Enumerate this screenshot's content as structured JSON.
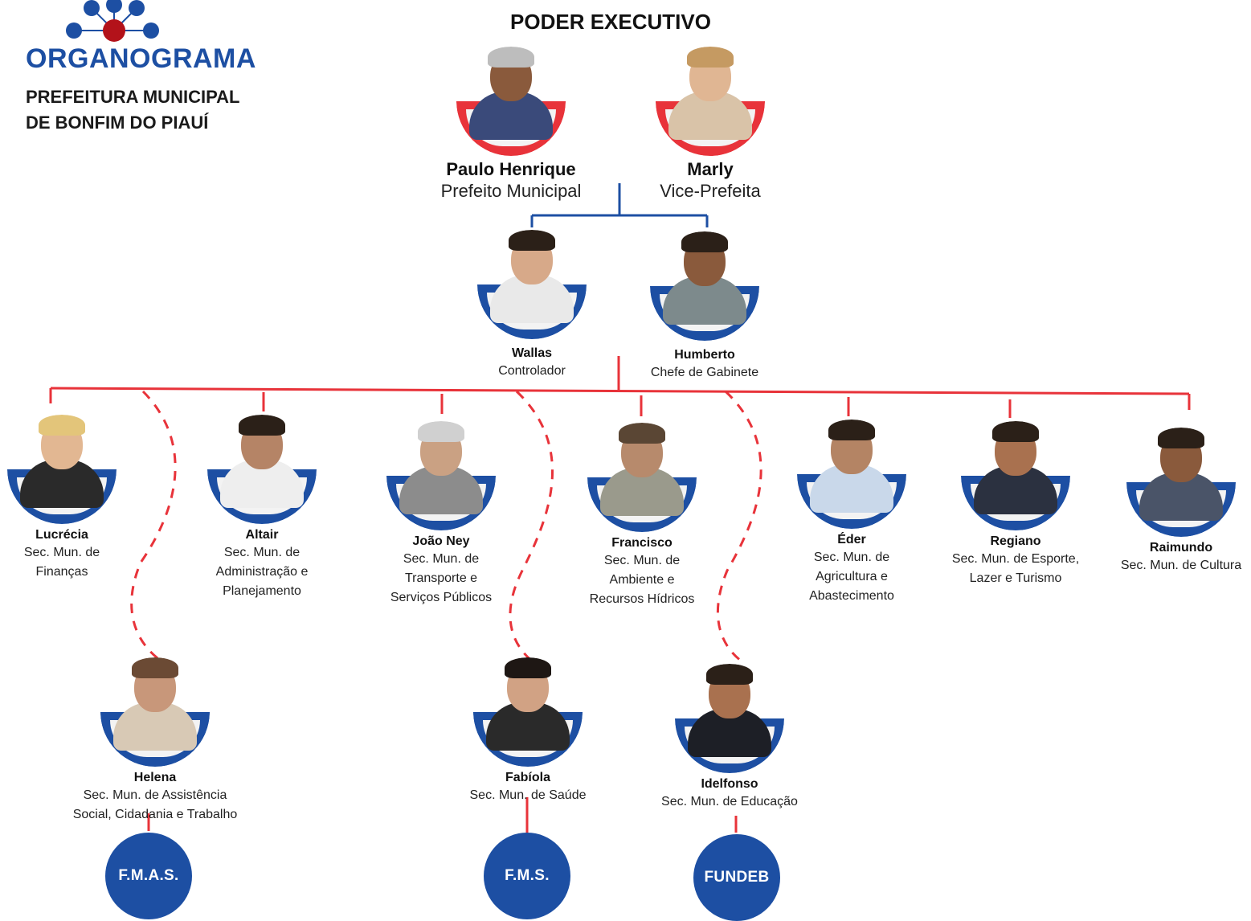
{
  "header": {
    "title": "ORGANOGRAMA",
    "org_line1": "PREFEITURA MUNICIPAL",
    "org_line2": "DE BONFIM DO PIAUÍ",
    "heading": "PODER EXECUTIVO"
  },
  "colors": {
    "blue": "#1d4fa3",
    "red": "#e8333a",
    "dark_red": "#b3121a"
  },
  "executive": [
    {
      "name": "Paulo Henrique",
      "role": "Prefeito Municipal"
    },
    {
      "name": "Marly",
      "role": "Vice-Prefeita"
    }
  ],
  "staff": [
    {
      "name": "Wallas",
      "role": "Controlador"
    },
    {
      "name": "Humberto",
      "role": "Chefe de Gabinete"
    }
  ],
  "secretaries": [
    {
      "name": "Lucrécia",
      "role": "Sec. Mun. de\nFinanças"
    },
    {
      "name": "Altair",
      "role": "Sec. Mun. de\nAdministração e\nPlanejamento"
    },
    {
      "name": "João Ney",
      "role": "Sec. Mun. de\nTransporte e\nServiços Públicos"
    },
    {
      "name": "Francisco",
      "role": "Sec. Mun. de\nAmbiente e\nRecursos Hídricos"
    },
    {
      "name": "Éder",
      "role": "Sec. Mun. de\nAgricultura e\nAbastecimento"
    },
    {
      "name": "Regiano",
      "role": "Sec. Mun. de Esporte,\nLazer e Turismo"
    },
    {
      "name": "Raimundo",
      "role": "Sec. Mun. de Cultura"
    }
  ],
  "subordinates": [
    {
      "name": "Helena",
      "role": "Sec. Mun. de Assistência\nSocial, Cidadania e Trabalho",
      "fund": "F.M.A.S."
    },
    {
      "name": "Fabíola",
      "role": "Sec. Mun. de Saúde",
      "fund": "F.M.S."
    },
    {
      "name": "Idelfonso",
      "role": "Sec. Mun. de Educação",
      "fund": "FUNDEB"
    }
  ]
}
